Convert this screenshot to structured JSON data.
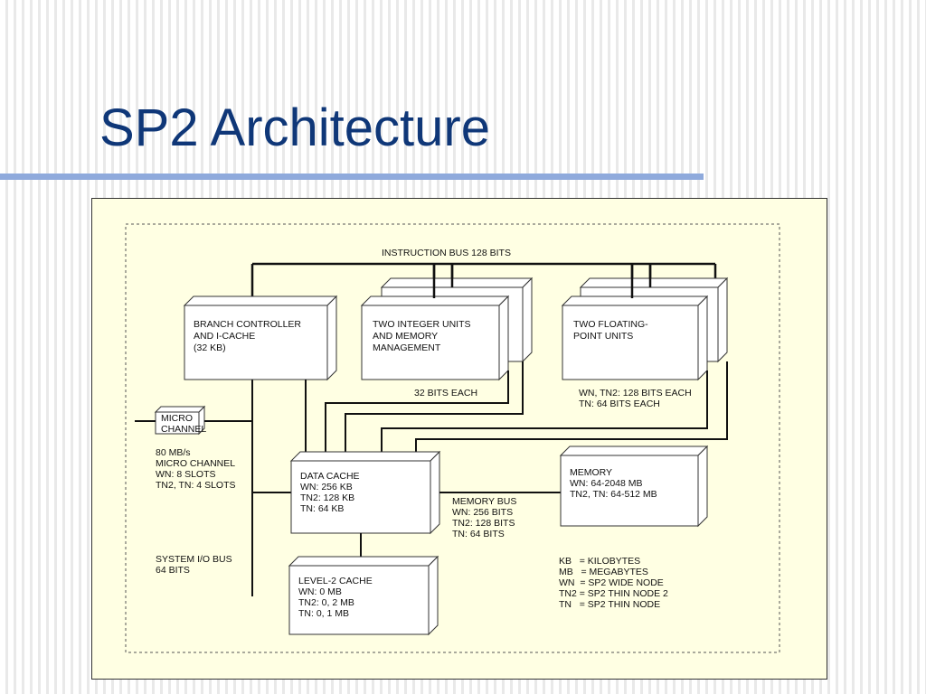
{
  "slide": {
    "title": "SP2 Architecture"
  },
  "diagram": {
    "instruction_bus": "INSTRUCTION BUS 128 BITS",
    "branch": [
      "BRANCH CONTROLLER",
      "AND I-CACHE",
      "(32 KB)"
    ],
    "integer": [
      "TWO INTEGER UNITS",
      "AND MEMORY",
      "MANAGEMENT"
    ],
    "floating": [
      "TWO FLOATING-",
      "POINT UNITS"
    ],
    "bits32": "32 BITS EACH",
    "fp_bits": [
      "WN, TN2: 128 BITS EACH",
      "TN: 64 BITS EACH"
    ],
    "micro": [
      "MICRO",
      "CHANNEL"
    ],
    "micro_desc": [
      "80 MB/s",
      "MICRO CHANNEL",
      "WN: 8 SLOTS",
      "TN2, TN: 4 SLOTS"
    ],
    "data_cache": [
      "DATA CACHE",
      "WN: 256 KB",
      "TN2: 128 KB",
      "TN: 64 KB"
    ],
    "memory": [
      "MEMORY",
      "WN: 64-2048 MB",
      "TN2, TN: 64-512 MB"
    ],
    "memory_bus": [
      "MEMORY BUS",
      "WN: 256 BITS",
      "TN2: 128 BITS",
      "TN: 64 BITS"
    ],
    "system_io": [
      "SYSTEM I/O BUS",
      "64 BITS"
    ],
    "l2_cache": [
      "LEVEL-2 CACHE",
      "WN: 0 MB",
      "TN2: 0, 2 MB",
      "TN: 0, 1 MB"
    ],
    "legend": [
      "KB   = KILOBYTES",
      "MB   = MEGABYTES",
      "WN  = SP2 WIDE NODE",
      "TN2 = SP2 THIN NODE 2",
      "TN   = SP2 THIN NODE"
    ]
  }
}
